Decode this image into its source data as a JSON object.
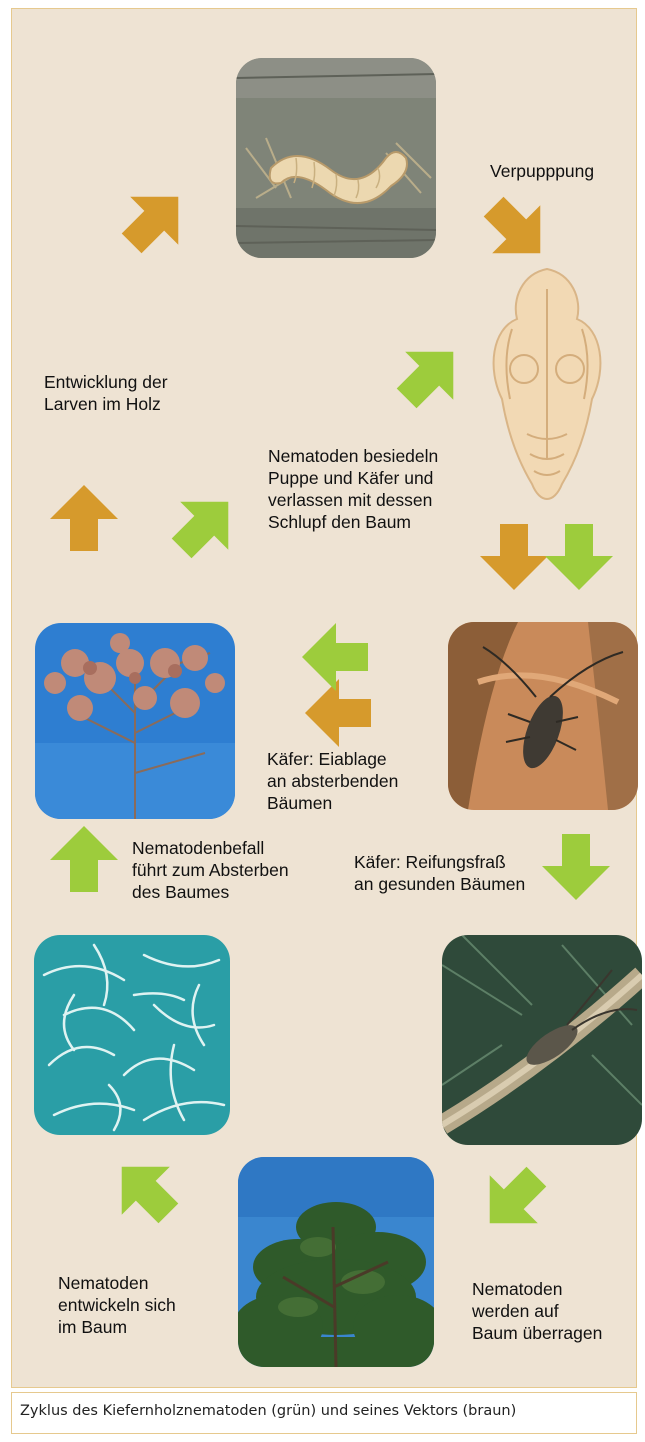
{
  "colors": {
    "nematode_green": "#9dcc3c",
    "vector_brown": "#d69a2c",
    "background": "#eee3d3"
  },
  "photos": [
    {
      "id": "larva",
      "icon": "larva-in-wood-photo"
    },
    {
      "id": "pupa",
      "icon": "beetle-pupa-photo"
    },
    {
      "id": "beetle_bark",
      "icon": "longhorn-beetle-on-bark-photo"
    },
    {
      "id": "beetle_twig",
      "icon": "beetle-on-pine-twig-photo"
    },
    {
      "id": "healthy_pine",
      "icon": "healthy-pine-photo"
    },
    {
      "id": "nematodes",
      "icon": "nematodes-microscope-photo"
    },
    {
      "id": "dead_tree",
      "icon": "dying-tree-photo"
    }
  ],
  "labels": {
    "verpuppung": [
      "Verpupppung"
    ],
    "entwicklung": [
      "Entwicklung der",
      "Larven im Holz"
    ],
    "besiedeln": [
      "Nematoden besiedeln",
      "Puppe und Käfer und",
      "verlassen mit dessen",
      "Schlupf den Baum"
    ],
    "eiablage": [
      "Käfer: Eiablage",
      "an absterbenden",
      "Bäumen"
    ],
    "befall": [
      "Nematodenbefall",
      "führt zum Absterben",
      "des Baumes"
    ],
    "reifungsfrass": [
      "Käfer: Reifungsfraß",
      "an gesunden Bäumen"
    ],
    "entwickeln": [
      "Nematoden",
      "entwickeln sich",
      "im Baum"
    ],
    "uebertragen": [
      "Nematoden",
      "werden auf",
      "Baum überragen"
    ]
  },
  "caption": "Zyklus des Kiefernholznematoden (grün) und seines Vektors (braun)"
}
